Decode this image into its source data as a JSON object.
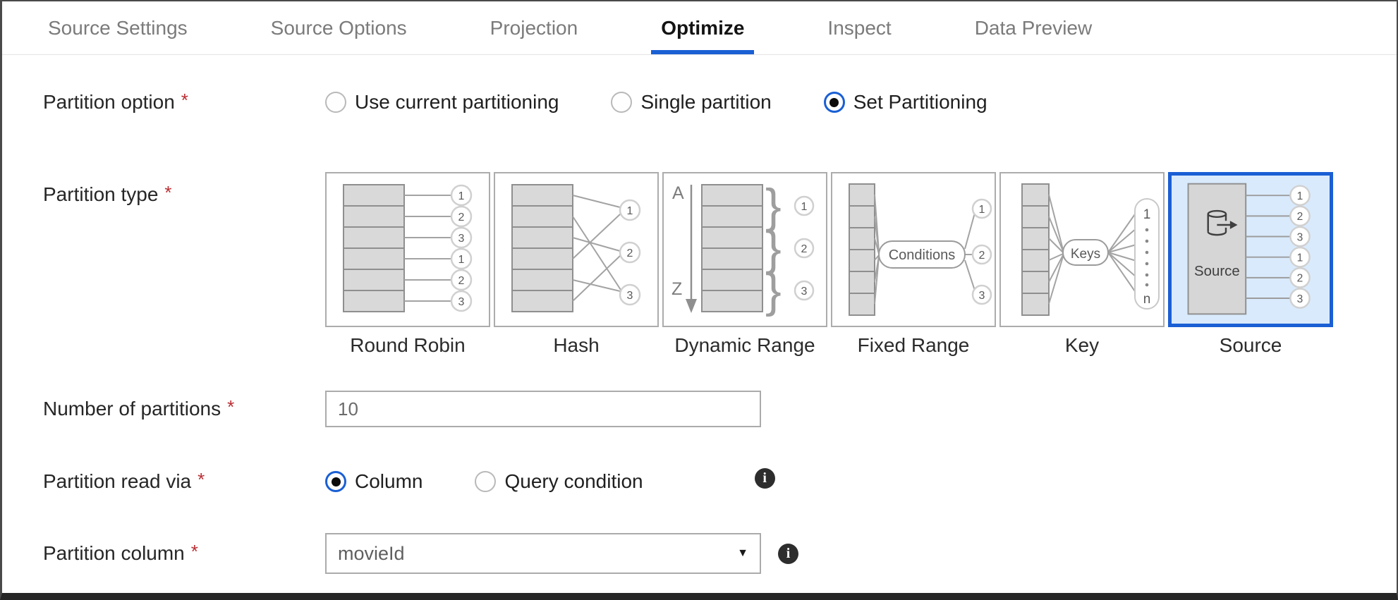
{
  "colors": {
    "accent": "#1a5fd4",
    "tile_selected_bg": "#d9eafc"
  },
  "icons": {
    "caret": "▼",
    "info": "i"
  },
  "tabs": {
    "items": [
      {
        "label": "Source Settings",
        "active": false
      },
      {
        "label": "Source Options",
        "active": false
      },
      {
        "label": "Projection",
        "active": false
      },
      {
        "label": "Optimize",
        "active": true
      },
      {
        "label": "Inspect",
        "active": false
      },
      {
        "label": "Data Preview",
        "active": false
      }
    ]
  },
  "form": {
    "partition_option": {
      "label": "Partition option",
      "required": "*",
      "options": [
        {
          "label": "Use current partitioning",
          "selected": false
        },
        {
          "label": "Single partition",
          "selected": false
        },
        {
          "label": "Set Partitioning",
          "selected": true
        }
      ]
    },
    "partition_type": {
      "label": "Partition type",
      "required": "*",
      "selected_tile": "Source",
      "tiles": [
        {
          "label": "Round Robin",
          "outputs": [
            "1",
            "2",
            "3",
            "1",
            "2",
            "3"
          ]
        },
        {
          "label": "Hash",
          "outputs": [
            "1",
            "2",
            "3"
          ]
        },
        {
          "label": "Dynamic Range",
          "sort_top": "A",
          "sort_bottom": "Z",
          "outputs": [
            "1",
            "2",
            "3"
          ]
        },
        {
          "label": "Fixed Range",
          "pill": "Conditions",
          "outputs": [
            "1",
            "2",
            "3"
          ]
        },
        {
          "label": "Key",
          "pill": "Keys",
          "range_top": "1",
          "range_bottom": "n"
        },
        {
          "label": "Source",
          "box_label": "Source",
          "outputs": [
            "1",
            "2",
            "3",
            "1",
            "2",
            "3"
          ],
          "selected": true
        }
      ]
    },
    "number_of_partitions": {
      "label": "Number of partitions",
      "required": "*",
      "value": "10"
    },
    "partition_read_via": {
      "label": "Partition read via",
      "required": "*",
      "options": [
        {
          "label": "Column",
          "selected": true
        },
        {
          "label": "Query condition",
          "selected": false
        }
      ]
    },
    "partition_column": {
      "label": "Partition column",
      "required": "*",
      "value": "movieId"
    }
  }
}
